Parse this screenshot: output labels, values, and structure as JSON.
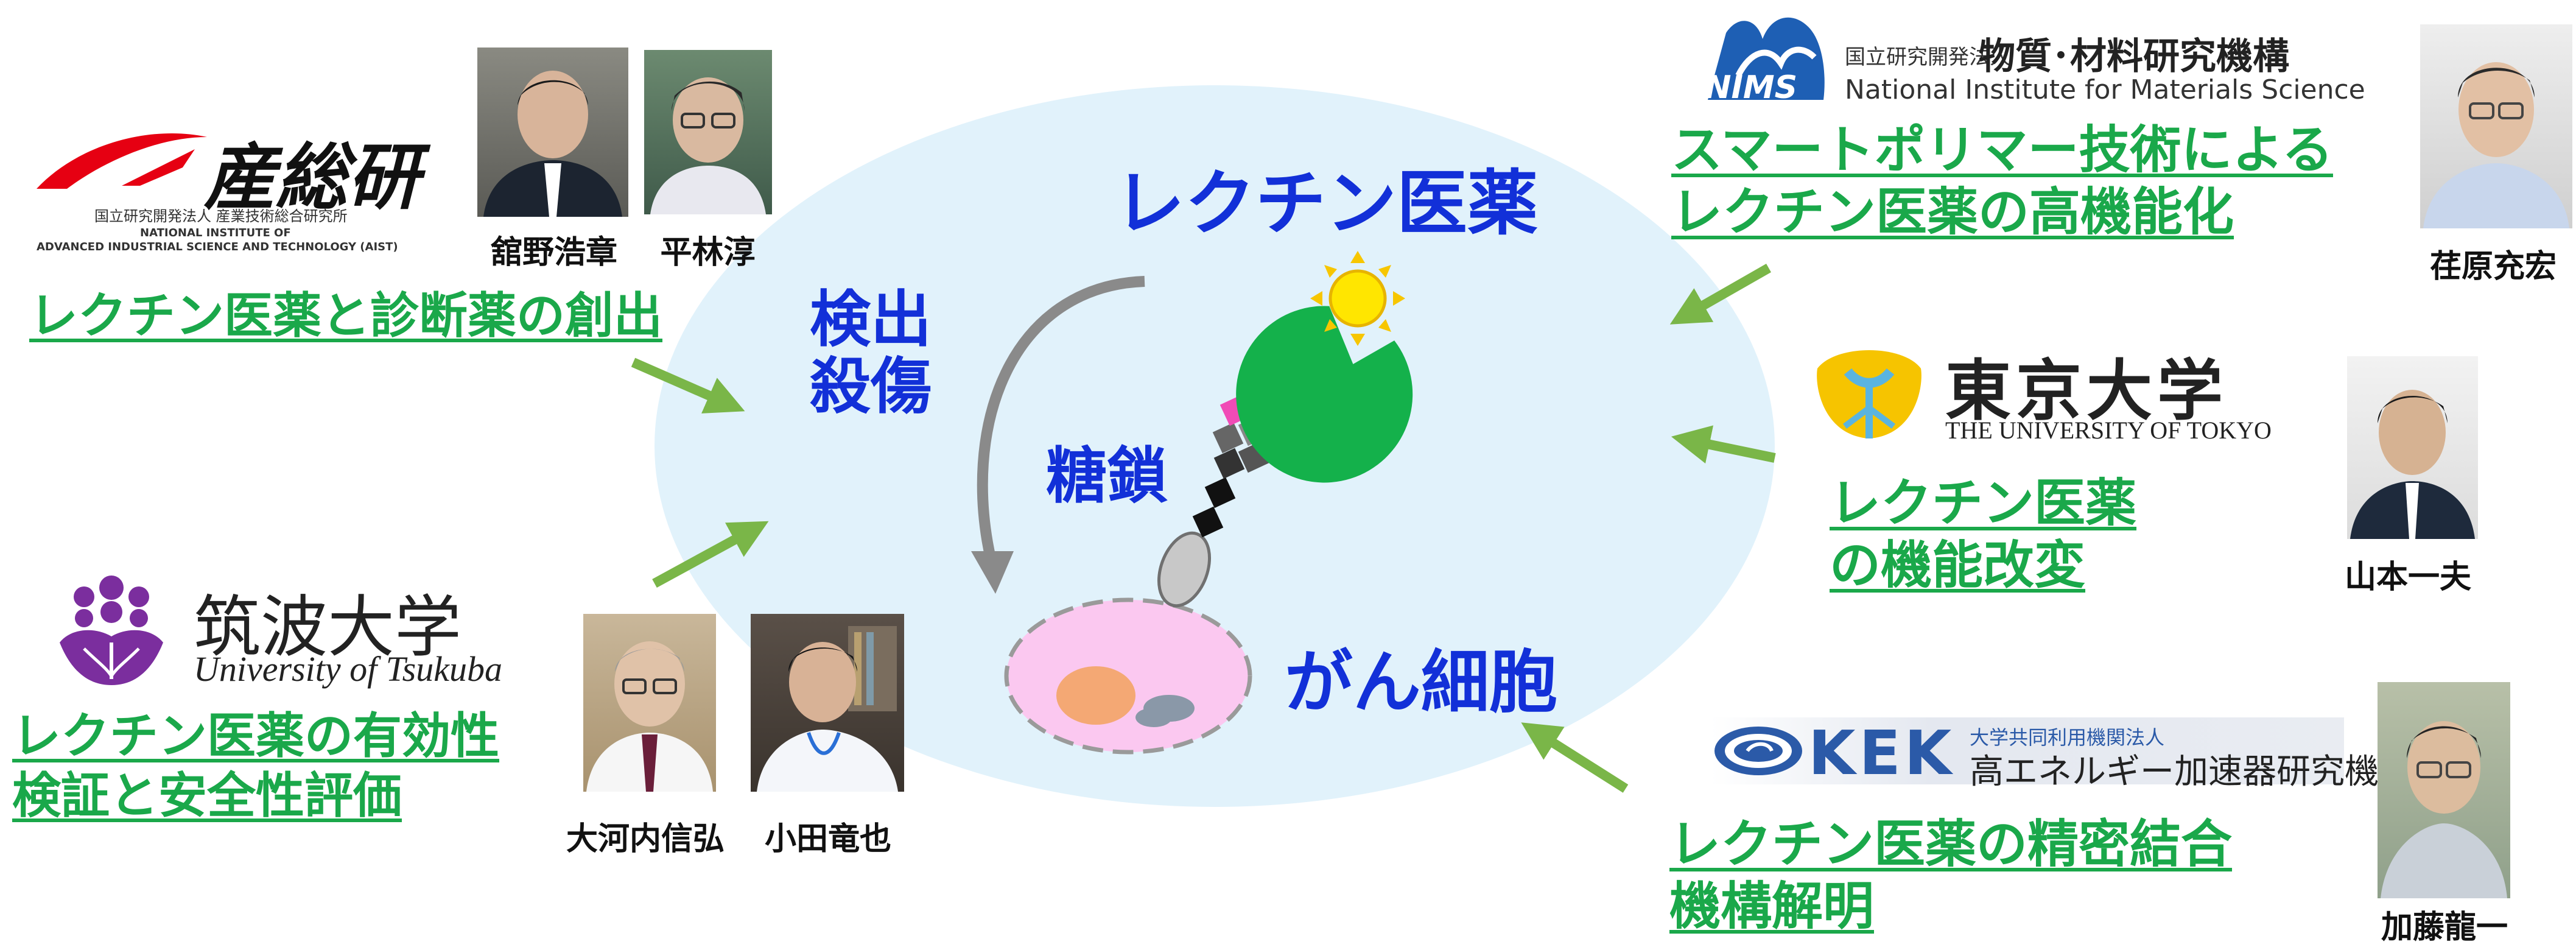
{
  "center": {
    "drug_label": "レクチン医薬",
    "detect_label_1": "検出",
    "detect_label_2": "殺傷",
    "sugar_label": "糖鎖",
    "cancer_label": "がん細胞"
  },
  "aist": {
    "logo_text": "産総研",
    "sub1": "国立研究開発法人 産業技術総合研究所",
    "sub2": "NATIONAL INSTITUTE OF",
    "sub3": "ADVANCED INDUSTRIAL SCIENCE AND TECHNOLOGY (AIST)",
    "person1": "舘野浩章",
    "person2": "平林淳",
    "role": "レクチン医薬と診断薬の創出"
  },
  "tsukuba": {
    "logo_jp": "筑波大学",
    "logo_en": "University of Tsukuba",
    "person1": "大河内信弘",
    "person2": "小田竜也",
    "role_line1": "レクチン医薬の有効性",
    "role_line2": "検証と安全性評価"
  },
  "nims": {
    "logo_mark": "NIMS",
    "jp_small": "国立研究開発法人",
    "jp_big": "物質･材料研究機構",
    "en": "National Institute for Materials Science",
    "person": "荏原充宏",
    "role_line1": "スマートポリマー技術による",
    "role_line2": "レクチン医薬の高機能化"
  },
  "utokyo": {
    "logo_jp": "東京大学",
    "logo_en": "THE UNIVERSITY OF TOKYO",
    "person": "山本一夫",
    "role_line1": "レクチン医薬",
    "role_line2": "の機能改変"
  },
  "kek": {
    "logo_mark": "KEK",
    "jp_small": "大学共同利用機関法人",
    "jp_big": "高エネルギー加速器研究機構",
    "person": "加藤龍一",
    "role_line1": "レクチン医薬の精密結合",
    "role_line2": "機構解明"
  },
  "colors": {
    "ellipse": "#e1f2fb",
    "role_green": "#1aa84a",
    "title_blue": "#1230d8",
    "arrow_green": "#7ab648",
    "lectin_green": "#14b14b",
    "sugar_pink": "#f04bb6",
    "cell_pink": "#fbc8f0",
    "nucleus": "#f4a874",
    "aist_red": "#e60012",
    "tsukuba_purple": "#7b2e9e",
    "nims_blue": "#1e5fb4",
    "utokyo_yellow": "#f6c400",
    "kek_blue": "#2b5aa8"
  }
}
